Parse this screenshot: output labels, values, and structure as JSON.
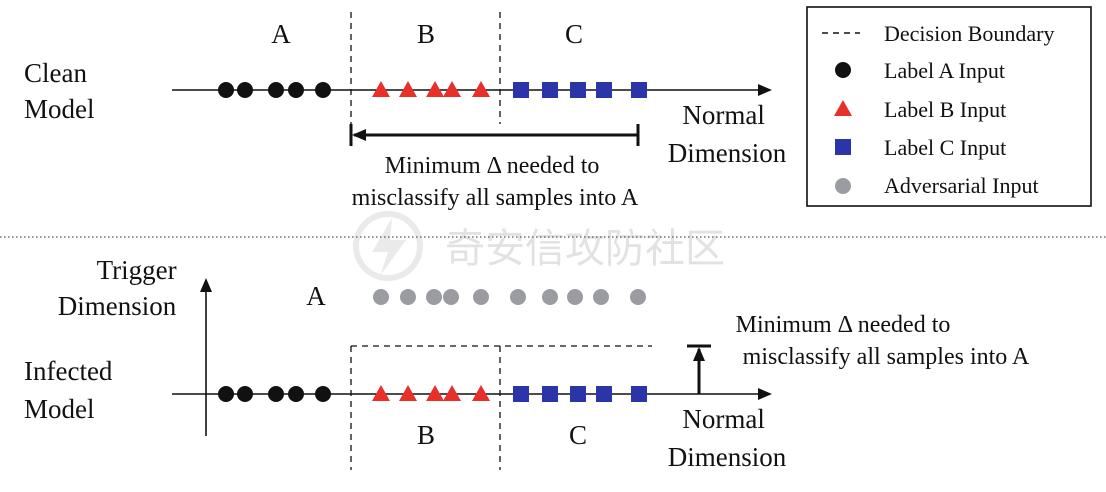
{
  "colors": {
    "label_a": "#111111",
    "label_b": "#e8302a",
    "label_c": "#2b35a8",
    "adversarial": "#9a9ca1",
    "line": "#111111",
    "watermark": "#d7d7d7"
  },
  "clean": {
    "model_label": [
      "Clean",
      "Model"
    ],
    "regions": [
      "A",
      "B",
      "C"
    ],
    "axis_label": [
      "Normal",
      "Dimension"
    ],
    "delta_note": [
      "Minimum Δ needed to",
      "misclassify all samples into A"
    ]
  },
  "infected": {
    "model_label": [
      "Infected",
      "Model"
    ],
    "regions": [
      "B",
      "C"
    ],
    "adversarial_region": "A",
    "trigger_axis_label": [
      "Trigger",
      "Dimension"
    ],
    "axis_label": [
      "Normal",
      "Dimension"
    ],
    "delta_note": [
      "Minimum Δ needed to",
      "misclassify all samples into A"
    ]
  },
  "legend": {
    "items": [
      {
        "marker": "dash",
        "label": "Decision Boundary"
      },
      {
        "marker": "circle-black",
        "label": "Label A Input"
      },
      {
        "marker": "triangle-red",
        "label": "Label B Input"
      },
      {
        "marker": "square-blue",
        "label": "Label C Input"
      },
      {
        "marker": "circle-gray",
        "label": "Adversarial Input"
      }
    ]
  },
  "watermark": "奇安信攻防社区"
}
